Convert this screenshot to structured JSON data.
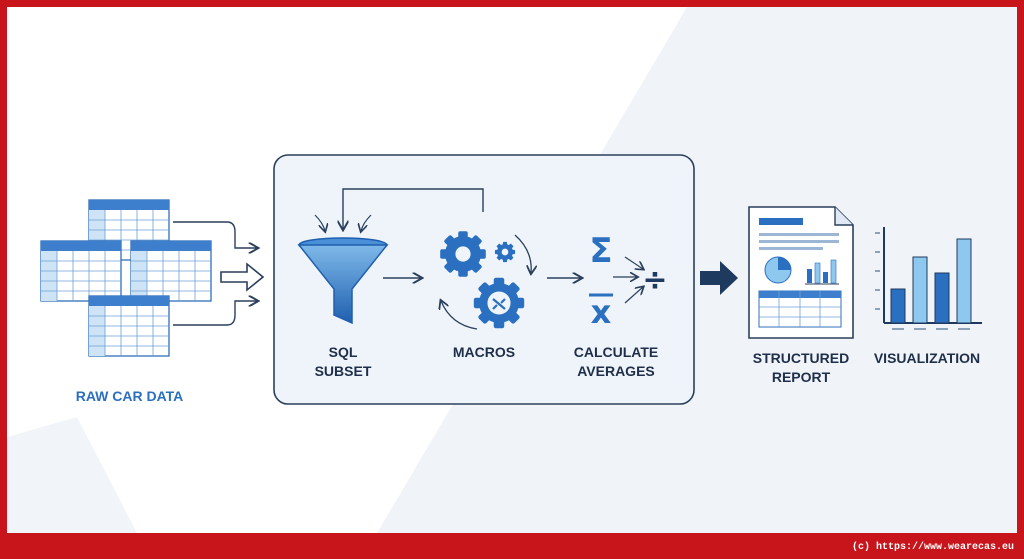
{
  "labels": {
    "raw_data": "RAW CAR DATA",
    "sql_subset": "SQL\nSUBSET",
    "macros": "MACROS",
    "calc_averages": "CALCULATE\nAVERAGES",
    "structured_report": "STRUCTURED\nREPORT",
    "visualization": "VISUALIZATION"
  },
  "symbols": {
    "sum": "Σ",
    "mean": "x",
    "divide": "÷"
  },
  "icons": {
    "tables": "spreadsheet-stack-icon",
    "filter": "funnel-icon",
    "gears": "gears-icon",
    "report": "report-document-icon",
    "chart": "bar-chart-icon"
  },
  "colors": {
    "frame": "#c8151b",
    "accent_blue": "#2a6fc0",
    "dark_navy": "#1f3a5f",
    "light_blue": "#8ec8ee",
    "panel_bg": "#eef4f9"
  },
  "footer": "(c) https://www.wearecas.eu"
}
